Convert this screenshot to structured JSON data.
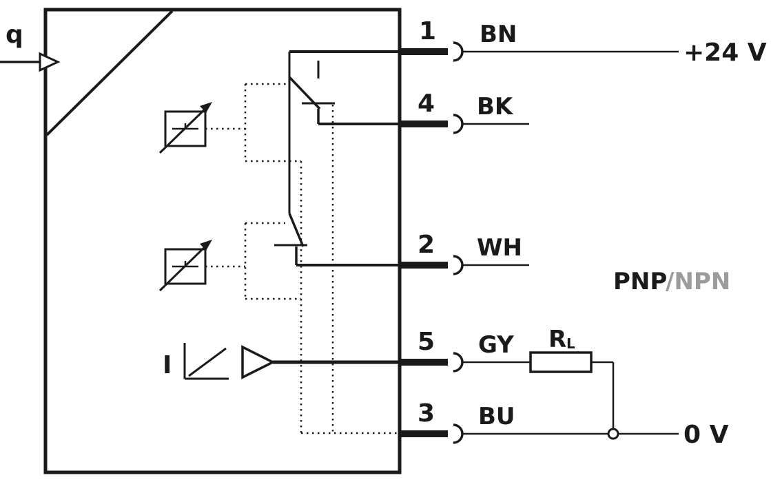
{
  "colors": {
    "ink": "#1a1a1a",
    "muted": "#9b9b9b",
    "background": "#ffffff"
  },
  "sensor": {
    "input_label": "q",
    "analog_output_label": "I"
  },
  "pins": {
    "p1": {
      "number": "1",
      "wire_color": "BN"
    },
    "p4": {
      "number": "4",
      "wire_color": "BK"
    },
    "p2": {
      "number": "2",
      "wire_color": "WH"
    },
    "p5": {
      "number": "5",
      "wire_color": "GY"
    },
    "p3": {
      "number": "3",
      "wire_color": "BU"
    }
  },
  "nets": {
    "supply": "+24 V",
    "ground": "0 V"
  },
  "output_type": {
    "pnp": "PNP",
    "npn_with_slash": "/NPN"
  },
  "load_resistor": {
    "symbol": "R",
    "subscript": "L"
  }
}
